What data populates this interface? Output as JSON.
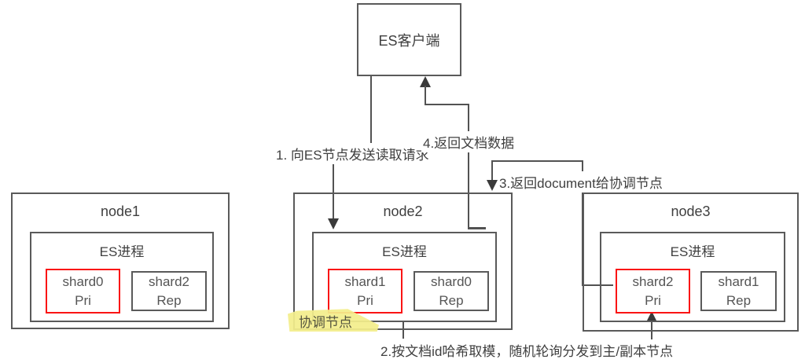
{
  "client": {
    "label": "ES客户端"
  },
  "flow_labels": {
    "step1": "1. 向ES节点发送读取请求",
    "step2": "2.按文档id哈希取模，随机轮询分发到主/副本节点",
    "step3": "3.返回document给协调节点",
    "step4": "4.返回文档数据"
  },
  "highlight": {
    "label": "协调节点"
  },
  "nodes": [
    {
      "name": "node1",
      "process_label": "ES进程",
      "shards": [
        {
          "name": "shard0",
          "role": "Pri",
          "type": "primary"
        },
        {
          "name": "shard2",
          "role": "Rep",
          "type": "replica"
        }
      ]
    },
    {
      "name": "node2",
      "process_label": "ES进程",
      "shards": [
        {
          "name": "shard1",
          "role": "Pri",
          "type": "primary"
        },
        {
          "name": "shard0",
          "role": "Rep",
          "type": "replica"
        }
      ]
    },
    {
      "name": "node3",
      "process_label": "ES进程",
      "shards": [
        {
          "name": "shard2",
          "role": "Pri",
          "type": "primary"
        },
        {
          "name": "shard1",
          "role": "Rep",
          "type": "replica"
        }
      ]
    }
  ],
  "colors": {
    "primary_shard_border": "#fa1414",
    "box_border": "#5a5a5a",
    "connector_line": "#525252",
    "text": "#404040",
    "highlight_yellow": "#f3ee94"
  }
}
